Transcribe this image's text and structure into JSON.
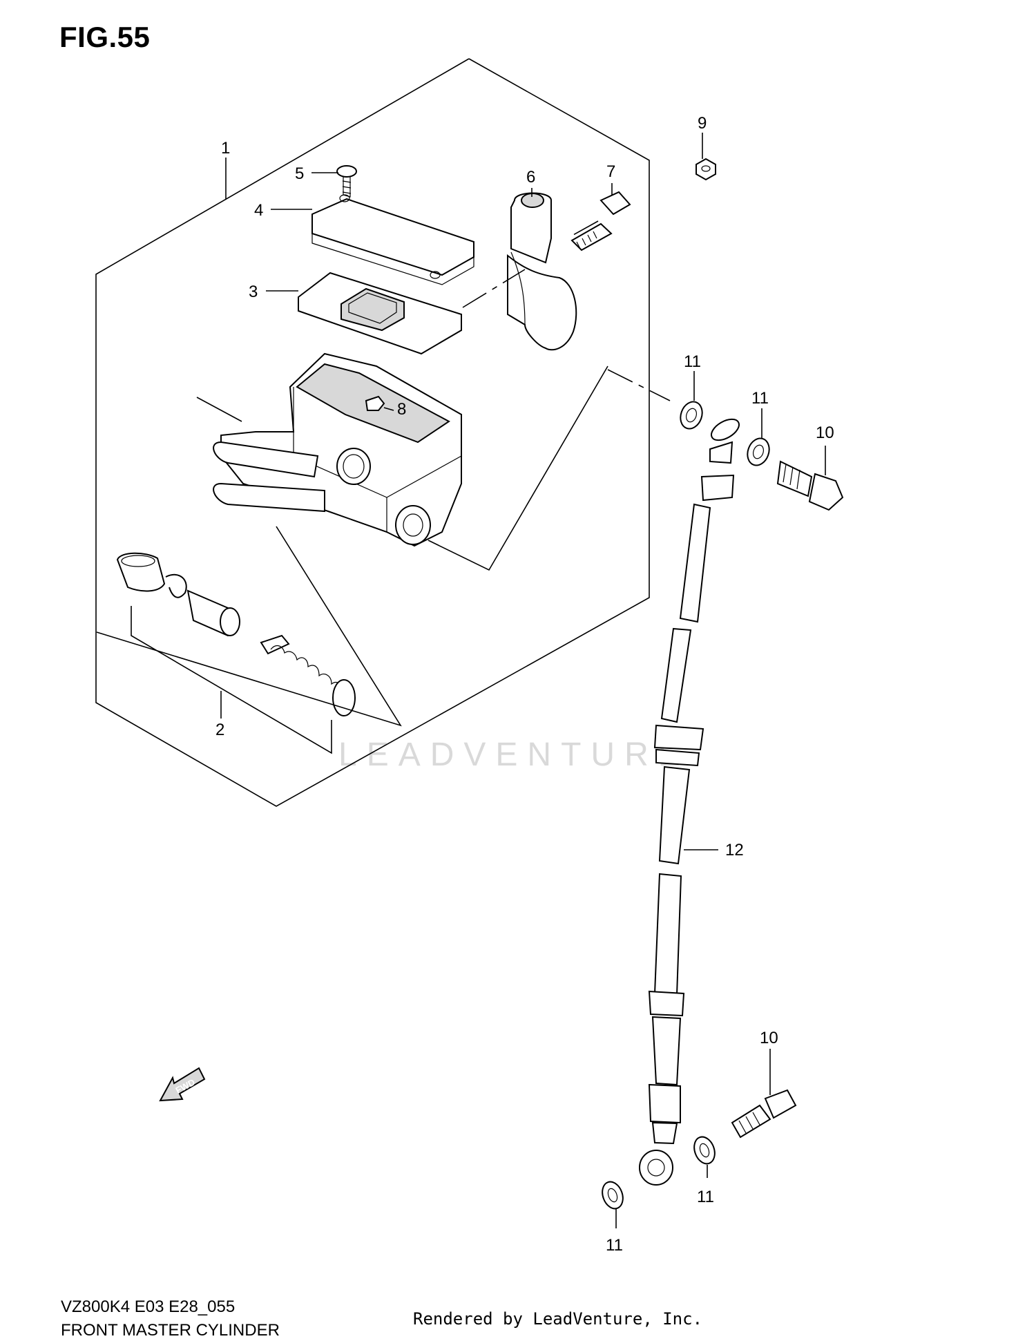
{
  "figure": {
    "title": "FIG.55",
    "code": "VZ800K4 E03 E28_055",
    "description": "FRONT MASTER CYLINDER",
    "rendered_by": "Rendered by LeadVenture, Inc.",
    "watermark": "LEADVENTURE"
  },
  "callouts": {
    "c1": "1",
    "c2": "2",
    "c3": "3",
    "c4": "4",
    "c5": "5",
    "c6": "6",
    "c7": "7",
    "c8": "8",
    "c9": "9",
    "c10a": "10",
    "c10b": "10",
    "c11a": "11",
    "c11b": "11",
    "c11c": "11",
    "c11d": "11",
    "c12": "12"
  },
  "fwd_label": "FWD"
}
